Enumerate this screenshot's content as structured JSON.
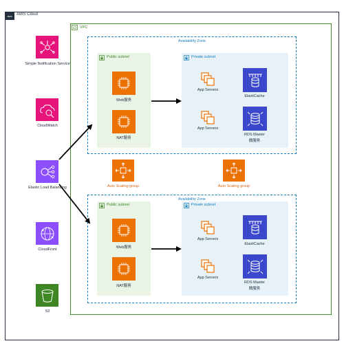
{
  "aws_cloud": {
    "title": "AWS Cloud",
    "badge": "aws"
  },
  "vpc": {
    "title": "VPC"
  },
  "left_services": [
    {
      "name": "Simple Notification Service"
    },
    {
      "name": "CloudWatch"
    },
    {
      "name": "Elastic Load Balancing"
    },
    {
      "name": "CloudFront"
    },
    {
      "name": "S3"
    }
  ],
  "availability_zones": [
    {
      "title": "Availability Zone",
      "public_subnet": {
        "title": "Public subnet",
        "items": [
          "Web服务",
          "NAT服务"
        ]
      },
      "private_subnet": {
        "title": "Private subnet",
        "app_servers": [
          "App Servers",
          "App Servers"
        ],
        "elasticache": "ElastiCache",
        "rds": {
          "line1": "RDS Master",
          "line2": "微服务"
        }
      }
    },
    {
      "title": "Availability Zone",
      "public_subnet": {
        "title": "Public subnet",
        "items": [
          "Web服务",
          "NAT服务"
        ]
      },
      "private_subnet": {
        "title": "Private subnet",
        "app_servers": [
          "App Servers",
          "App Servers"
        ],
        "elasticache": "ElastiCache",
        "rds": {
          "line1": "RDS Master",
          "line2": "微服务"
        }
      }
    }
  ],
  "auto_scaling": [
    "Auto Scaling group",
    "Auto Scaling group"
  ],
  "colors": {
    "pink": "#e7157b",
    "purple": "#8c4fff",
    "green_s3": "#3f8624",
    "orange": "#ed7100",
    "navy": "#3b48cc",
    "aws_dark": "#232f3e"
  }
}
